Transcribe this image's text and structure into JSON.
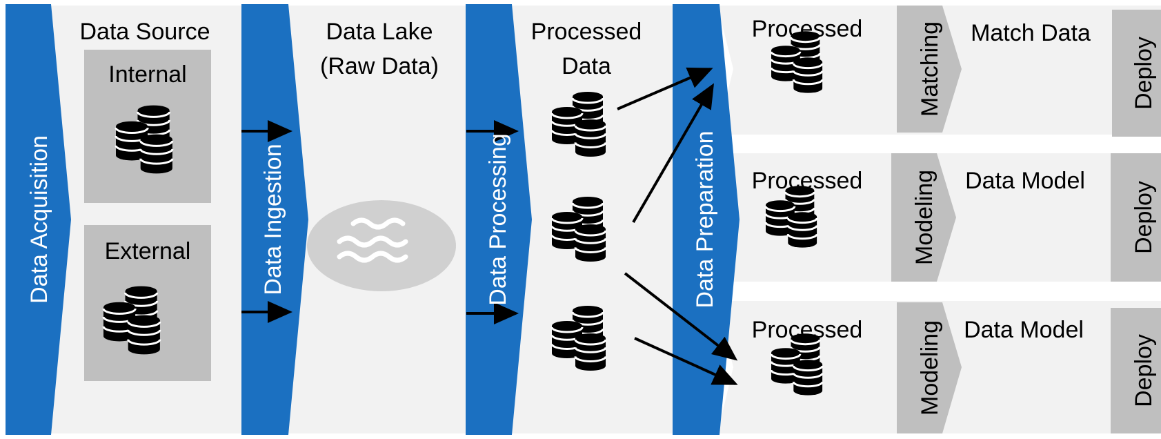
{
  "stages": {
    "acquisition": "Data Acquisition",
    "ingestion": "Data Ingestion",
    "processing": "Data Processing",
    "preparation": "Data Preparation"
  },
  "data_source": {
    "title": "Data Source",
    "internal": "Internal",
    "external": "External"
  },
  "data_lake": {
    "line1": "Data Lake",
    "line2": "(Raw Data)"
  },
  "processed_data": {
    "line1": "Processed",
    "line2": "Data"
  },
  "rows": [
    {
      "processed": "Processed",
      "step": "Matching",
      "output": "Match Data",
      "deploy": "Deploy"
    },
    {
      "processed": "Processed",
      "step": "Modeling",
      "output": "Data Model",
      "deploy": "Deploy"
    },
    {
      "processed": "Processed",
      "step": "Modeling",
      "output": "Data Model",
      "deploy": "Deploy"
    }
  ],
  "colors": {
    "stage_blue": "#1b70c1",
    "panel_gray": "#f2f2f2",
    "box_gray": "#bfbfbf",
    "lake_gray": "#d0d0d0",
    "icon_black": "#000000"
  },
  "icons": {
    "database": "database-stack-icon",
    "lake": "water-waves-icon",
    "arrow": "arrow-right-icon"
  }
}
